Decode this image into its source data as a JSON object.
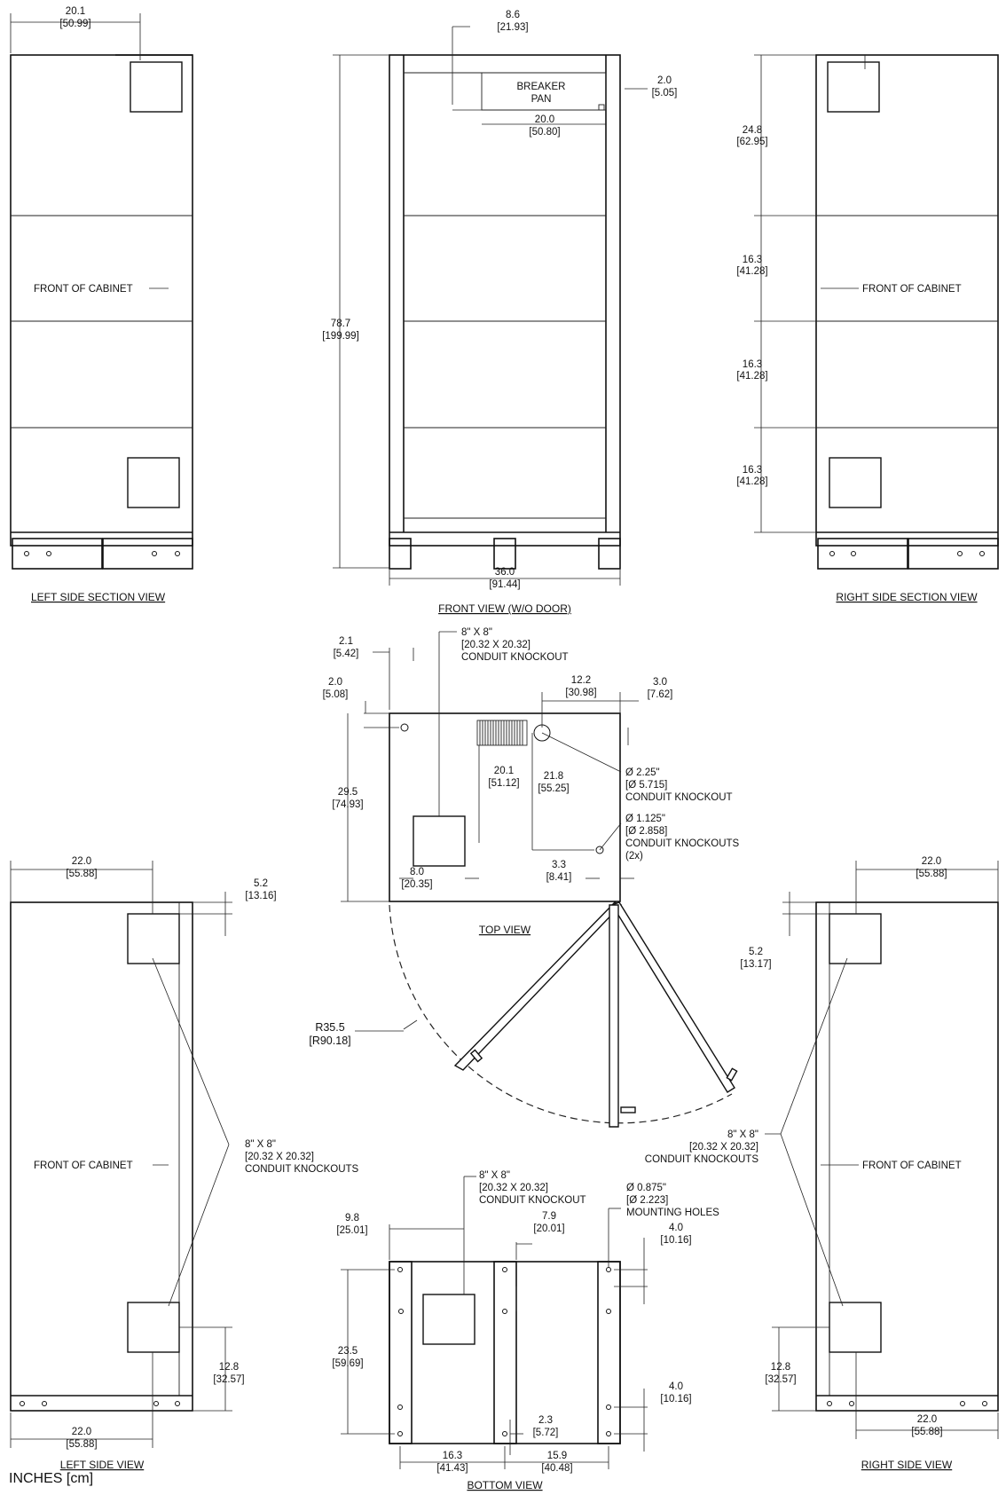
{
  "units_label": "INCHES [cm]",
  "views": {
    "left_section": {
      "title": "LEFT SIDE SECTION VIEW",
      "front_label": "FRONT OF CABINET",
      "dim_width": [
        "20.1",
        "[50.99]"
      ]
    },
    "front": {
      "title": "FRONT VIEW (W/O DOOR)",
      "breaker": [
        "BREAKER",
        "PAN"
      ],
      "dim_top": [
        "8.6",
        "[21.93]"
      ],
      "dim_right": [
        "2.0",
        "[5.05]"
      ],
      "dim_pan": [
        "20.0",
        "[50.80]"
      ],
      "dim_height": [
        "78.7",
        "[199.99]"
      ],
      "dim_width": [
        "36.0",
        "[91.44]"
      ]
    },
    "right_section": {
      "title": "RIGHT SIDE SECTION VIEW",
      "front_label": "FRONT OF CABINET",
      "dims": [
        [
          "24.8",
          "[62.95]"
        ],
        [
          "16.3",
          "[41.28]"
        ],
        [
          "16.3",
          "[41.28]"
        ],
        [
          "16.3",
          "[41.28]"
        ]
      ]
    },
    "top": {
      "title": "TOP VIEW",
      "dim_2_1": [
        "2.1",
        "[5.42]"
      ],
      "dim_2_0": [
        "2.0",
        "[5.08]"
      ],
      "knockout_label": [
        "8\" X 8\"",
        "[20.32 X 20.32]",
        "CONDUIT KNOCKOUT"
      ],
      "dim_12_2": [
        "12.2",
        "[30.98]"
      ],
      "dim_3_0": [
        "3.0",
        "[7.62]"
      ],
      "dim_29_5": [
        "29.5",
        "[74.93]"
      ],
      "dim_20_1": [
        "20.1",
        "[51.12]"
      ],
      "dim_21_8": [
        "21.8",
        "[55.25]"
      ],
      "dia_225": [
        "Ø 2.25\"",
        "[Ø 5.715]",
        "CONDUIT KNOCKOUT"
      ],
      "dia_1125": [
        "Ø 1.125\"",
        "[Ø 2.858]",
        "CONDUIT KNOCKOUTS",
        "(2x)"
      ],
      "dim_8_0": [
        "8.0",
        "[20.35]"
      ],
      "dim_3_3": [
        "3.3",
        "[8.41]"
      ],
      "radius": [
        "R35.5",
        "[R90.18]"
      ]
    },
    "left_side": {
      "title": "LEFT SIDE VIEW",
      "front_label": "FRONT OF CABINET",
      "dim_top": [
        "22.0",
        "[55.88]"
      ],
      "dim_5_2": [
        "5.2",
        "[13.16]"
      ],
      "knockouts": [
        "8\" X 8\"",
        "[20.32 X 20.32]",
        "CONDUIT KNOCKOUTS"
      ],
      "dim_12_8": [
        "12.8",
        "[32.57]"
      ],
      "dim_bottom": [
        "22.0",
        "[55.88]"
      ]
    },
    "right_side": {
      "title": "RIGHT SIDE VIEW",
      "front_label": "FRONT OF CABINET",
      "dim_top": [
        "22.0",
        "[55.88]"
      ],
      "dim_5_2": [
        "5.2",
        "[13.17]"
      ],
      "knockouts": [
        "8\" X 8\"",
        "[20.32 X 20.32]",
        "CONDUIT KNOCKOUTS"
      ],
      "dim_12_8": [
        "12.8",
        "[32.57]"
      ],
      "dim_bottom": [
        "22.0",
        "[55.88]"
      ]
    },
    "bottom": {
      "title": "BOTTOM VIEW",
      "knockout": [
        "8\" X 8\"",
        "[20.32 X 20.32]",
        "CONDUIT KNOCKOUT"
      ],
      "holes": [
        "Ø 0.875\"",
        "[Ø 2.223]",
        "MOUNTING HOLES"
      ],
      "dim_9_8": [
        "9.8",
        "[25.01]"
      ],
      "dim_7_9": [
        "7.9",
        "[20.01]"
      ],
      "dim_4_0a": [
        "4.0",
        "[10.16]"
      ],
      "dim_23_5": [
        "23.5",
        "[59.69]"
      ],
      "dim_4_0b": [
        "4.0",
        "[10.16]"
      ],
      "dim_2_3": [
        "2.3",
        "[5.72]"
      ],
      "dim_16_3": [
        "16.3",
        "[41.43]"
      ],
      "dim_15_9": [
        "15.9",
        "[40.48]"
      ]
    }
  }
}
